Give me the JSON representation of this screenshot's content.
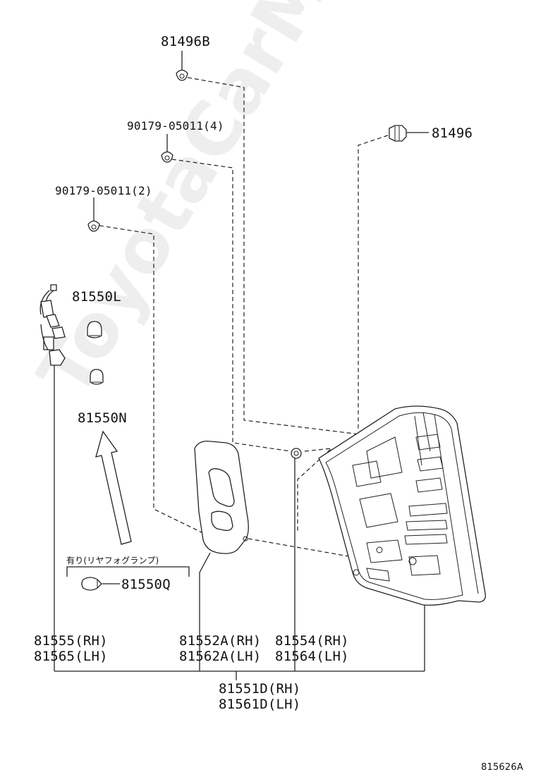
{
  "watermark": "ToyotaCarMine.ru",
  "diagram_code": "815626A",
  "labels": {
    "p81496b": "81496B",
    "p90179_4": "90179-05011(4)",
    "p90179_2": "90179-05011(2)",
    "p81496": "81496",
    "p81550l": "81550L",
    "p81550n": "81550N",
    "fog_note": "有り(リヤフォグランプ)",
    "p81550q": "81550Q",
    "p81555": "81555(RH)",
    "p81565": "81565(LH)",
    "p81552a": "81552A(RH)",
    "p81562a": "81562A(LH)",
    "p81554": "81554(RH)",
    "p81564": "81564(LH)",
    "p81551d": "81551D(RH)",
    "p81561d": "81561D(LH)"
  }
}
